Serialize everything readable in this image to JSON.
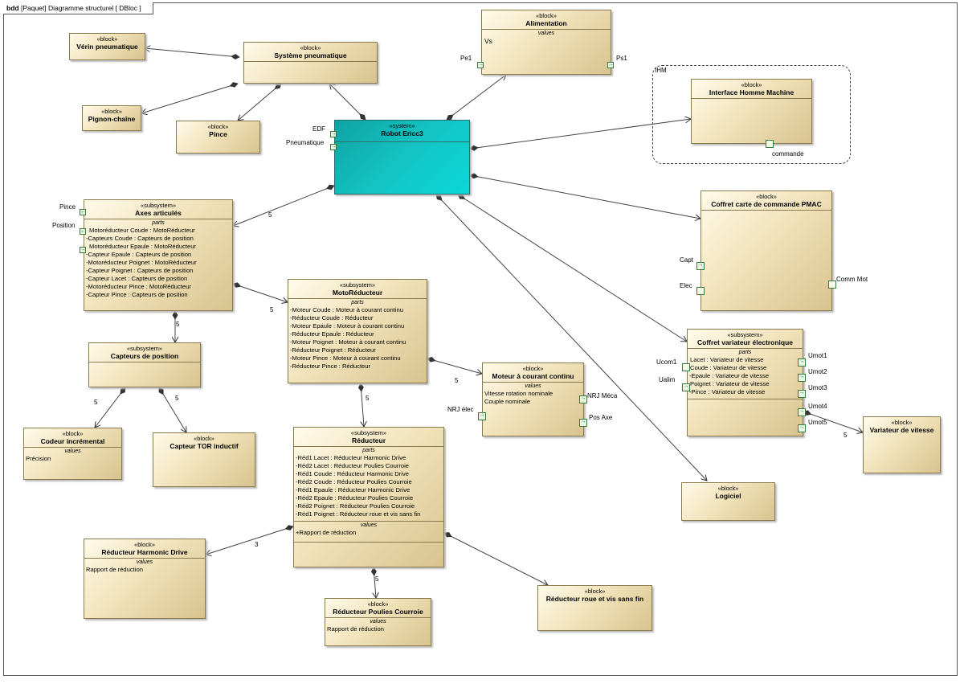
{
  "frame": {
    "kind": "bdd",
    "label": "[Paquet] Diagramme structurel [ DBloc ]"
  },
  "ihm_group": {
    "label": "IHM"
  },
  "blocks": {
    "verin": {
      "stereotype": "«block»",
      "name": "Vérin pneumatique"
    },
    "systeme_pneu": {
      "stereotype": "«block»",
      "name": "Système pneumatique"
    },
    "pignon": {
      "stereotype": "«block»",
      "name": "Pignon-chaîne"
    },
    "pince": {
      "stereotype": "«block»",
      "name": "Pince"
    },
    "alimentation": {
      "stereotype": "«block»",
      "name": "Alimentation",
      "compartment": "values",
      "rows": [
        "Vs"
      ]
    },
    "robot": {
      "stereotype": "«system»",
      "name": "Robot Ericc3"
    },
    "ihm": {
      "stereotype": "«block»",
      "name": "Interface Homme Machine"
    },
    "axes": {
      "stereotype": "«subsystem»",
      "name": "Axes articulés",
      "compartment": "parts",
      "rows": [
        "Motoréducteur Coude : MotoRéducteur",
        "-Capteurs Coude : Capteurs de position",
        "Motoréducteur Epaule : MotoRéducteur",
        "-Capteur Epaule : Capteurs de position",
        "-Motoréducteur Poignet : MotoRéducteur",
        "-Capteur Poignet : Capteurs de position",
        "-Capteur Lacet : Capteurs de position",
        "-Motoréducteur Pince : MotoRéducteur",
        "-Capteur Pince : Capteurs de position"
      ]
    },
    "pmac": {
      "stereotype": "«block»",
      "name": "Coffret carte de commande PMAC"
    },
    "motoreducteur": {
      "stereotype": "«subsystem»",
      "name": "MotoRéducteur",
      "compartment": "parts",
      "rows": [
        "-Moteur Coude : Moteur à courant continu",
        "-Réducteur Coude : Réducteur",
        "-Moteur Epaule : Moteur à courant continu",
        "-Réducteur Epaule : Réducteur",
        "-Moteur Poignet : Moteur à courant continu",
        "-Réducteur Poignet : Réducteur",
        "-Moteur Pince : Moteur à courant continu",
        "-Réducteur Pince : Réducteur"
      ]
    },
    "capteurs": {
      "stereotype": "«subsystem»",
      "name": "Capteurs de position"
    },
    "variateur_coffret": {
      "stereotype": "«subsystem»",
      "name": "Coffret variateur électronique",
      "compartment": "parts",
      "rows": [
        "Lacet : Variateur de vitesse",
        "Coude : Variateur de vitesse",
        "-Epaule : Variateur de vitesse",
        "Poignet : Variateur de vitesse",
        "-Pince : Variateur de vitesse"
      ]
    },
    "moteur_cc": {
      "stereotype": "«block»",
      "name": "Moteur à courant continu",
      "compartment": "values",
      "rows": [
        "Vitesse rotation nominale",
        "Couple nominale"
      ]
    },
    "codeur": {
      "stereotype": "«block»",
      "name": "Codeur incrémental",
      "compartment": "values",
      "rows": [
        "Précision"
      ]
    },
    "capteur_tor": {
      "stereotype": "«block»",
      "name": "Capteur TOR inductif"
    },
    "reducteur": {
      "stereotype": "«subsystem»",
      "name": "Réducteur",
      "compartment": "parts",
      "rows": [
        "-Réd1 Lacet : Réducteur Harmonic Drive",
        "-Réd2 Lacet : Réducteur Poulies Courroie",
        "-Réd1 Coude : Réducteur Harmonic Drive",
        "-Réd2 Coude : Réducteur Poulies Courroie",
        "-Réd1 Epaule : Réducteur Harmonic Drive",
        "-Réd2 Epaule : Réducteur Poulies Courroie",
        "-Réd2 Poignet : Réducteur Poulies Courroie",
        "-Réd1 Poignet : Réducteur roue et vis sans fin"
      ],
      "compartment2": "values",
      "rows2": [
        "+Rapport de réduction"
      ]
    },
    "variateur_vitesse": {
      "stereotype": "«block»",
      "name": "Variateur de vitesse"
    },
    "logiciel": {
      "stereotype": "«block»",
      "name": "Logiciel"
    },
    "harmonic": {
      "stereotype": "«block»",
      "name": "Réducteur Harmonic Drive",
      "compartment": "values",
      "rows": [
        "Rapport de réduction"
      ]
    },
    "poulies": {
      "stereotype": "«block»",
      "name": "Réducteur Poulies Courroie",
      "compartment": "values",
      "rows": [
        "Rapport de réduction"
      ]
    },
    "roue_vis": {
      "stereotype": "«block»",
      "name": "Réducteur roue et vis sans fin"
    }
  },
  "ports": {
    "pe1": "Pe1",
    "ps1": "Ps1",
    "edf": "EDF",
    "pneumatique": "Pneumatique",
    "commande": "commande",
    "pince": "Pince",
    "position": "Position",
    "capt": "Capt",
    "elec": "Elec",
    "comm_mot": "Comm Mot",
    "ucom1": "Ucom1",
    "ualim": "Ualim",
    "umot1": "Umot1",
    "umot2": "Umot2",
    "umot3": "Umot3",
    "umot4": "Umot4",
    "umot5": "Umot5",
    "nrj_elec": "NRJ élec",
    "nrj_meca": "NRJ Méca",
    "pos_axe": "Pos Axe"
  },
  "multiplicities": {
    "axes": "5",
    "motoreducteur": "5",
    "capteurs": "5",
    "codeur": "5",
    "tor": "5",
    "moteur_cc": "5",
    "reducteur": "5",
    "harmonic": "3",
    "poulies": "5",
    "variateur": "5"
  }
}
